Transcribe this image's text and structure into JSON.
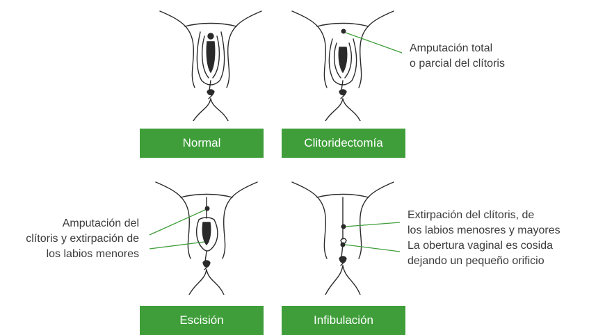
{
  "colors": {
    "accent": "#3f9e3a",
    "ink": "#2a2a2a",
    "leader": "#3f9e3a"
  },
  "panels": [
    {
      "id": "normal",
      "label": "Normal"
    },
    {
      "id": "clitoridectomia",
      "label": "Clitoridectomía"
    },
    {
      "id": "escision",
      "label": "Escisión"
    },
    {
      "id": "infibulacion",
      "label": "Infibulación"
    }
  ],
  "notes": {
    "clitoridectomia": {
      "lines": [
        "Amputación total",
        "o parcial del clítoris"
      ]
    },
    "escision": {
      "lines": [
        "Amputación del",
        "clítoris y extirpación de",
        "los labios menores"
      ]
    },
    "infibulacion_top": {
      "lines": [
        "Extirpación del clítoris, de",
        "los labios menosres y mayores"
      ]
    },
    "infibulacion_bottom": {
      "lines": [
        "La obertura vaginal es cosida",
        "dejando un pequeño orificio"
      ]
    }
  }
}
